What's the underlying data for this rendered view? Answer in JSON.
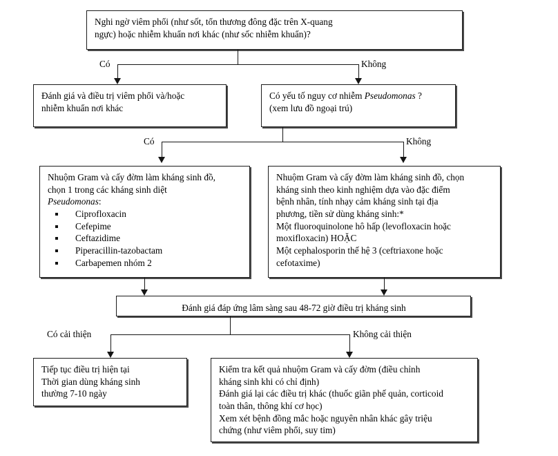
{
  "diagram": {
    "title": "Lưu đồ xử trí viêm phổi / nhiễm khuẩn",
    "language": "vi",
    "type": "flowchart"
  },
  "nodes": {
    "start": {
      "id": "start",
      "text": "Nghi ngờ viêm phổi (như sốt, tổn thương đông đặc trên X-quang\nngực) hoặc nhiễm khuẩn nơi khác (như sốc nhiễm khuẩn)?"
    },
    "treat_pneumonia": {
      "id": "treat-pneumonia",
      "text": "Đánh giá và điều trị viêm phổi và/hoặc\nnhiễm khuẩn nơi khác"
    },
    "pseudomonas_risk": {
      "id": "pseudomonas-risk",
      "line1_before": "Có yếu tố nguy cơ nhiễm ",
      "line1_italic": "Pseudomonas",
      "line1_after": " ?",
      "line2": "(xem lưu đồ ngoại trú)"
    },
    "antipseudomonal": {
      "id": "antipseudomonal-therapy",
      "lead": "Nhuộm Gram và cấy đờm làm kháng sinh đồ,\nchọn 1 trong các kháng sinh diệt",
      "organism_italic": "Pseudomonas",
      "organism_suffix": ":",
      "drugs": [
        "Ciprofloxacin",
        "Cefepime",
        "Ceftazidime",
        "Piperacillin-tazobactam",
        "Carbapemen nhóm 2"
      ]
    },
    "empiric": {
      "id": "empiric-therapy",
      "text": "Nhuộm Gram và cấy đờm làm kháng sinh đồ, chọn\nkháng sinh theo kinh nghiệm dựa vào đặc điểm\nbệnh nhân, tính nhạy cảm kháng sinh tại địa\nphương, tiền sử dùng kháng sinh:*\nMột fluoroquinolone hô hấp (levofloxacin hoặc\nmoxifloxacin) HOẶC\nMột cephalosporin thế hệ 3 (ceftriaxone hoặc\ncefotaxime)"
    },
    "reassess": {
      "id": "reassess-response",
      "text": "Đánh giá đáp ứng lâm sàng sau 48-72 giờ điều trị kháng sinh"
    },
    "continue_therapy": {
      "id": "continue-therapy",
      "text": "Tiếp tục điều trị hiện tại\nThời gian dùng kháng sinh\nthường 7-10 ngày"
    },
    "no_improvement": {
      "id": "no-improvement-actions",
      "text": "Kiểm tra kết quả nhuộm Gram và cấy đờm (điều chỉnh\nkháng sinh khi có chỉ định)\nĐánh giá lại các điều trị khác (thuốc giãn phế quản, corticoid\ntoàn thân, thông khí cơ học)\nXem xét bệnh đồng mắc hoặc nguyên nhân khác gây triệu\nchứng (như viêm phổi, suy tim)"
    }
  },
  "edge_labels": {
    "yes_1": "Có",
    "no_1": "Không",
    "yes_2": "Có",
    "no_2": "Không",
    "improved": "Có cải thiện",
    "not_improved": "Không cải thiện"
  },
  "colors": {
    "background": "#ffffff",
    "border": "#1a1a1a",
    "shadow": "#4a4a4a",
    "text": "#000000",
    "connector": "#151515"
  }
}
